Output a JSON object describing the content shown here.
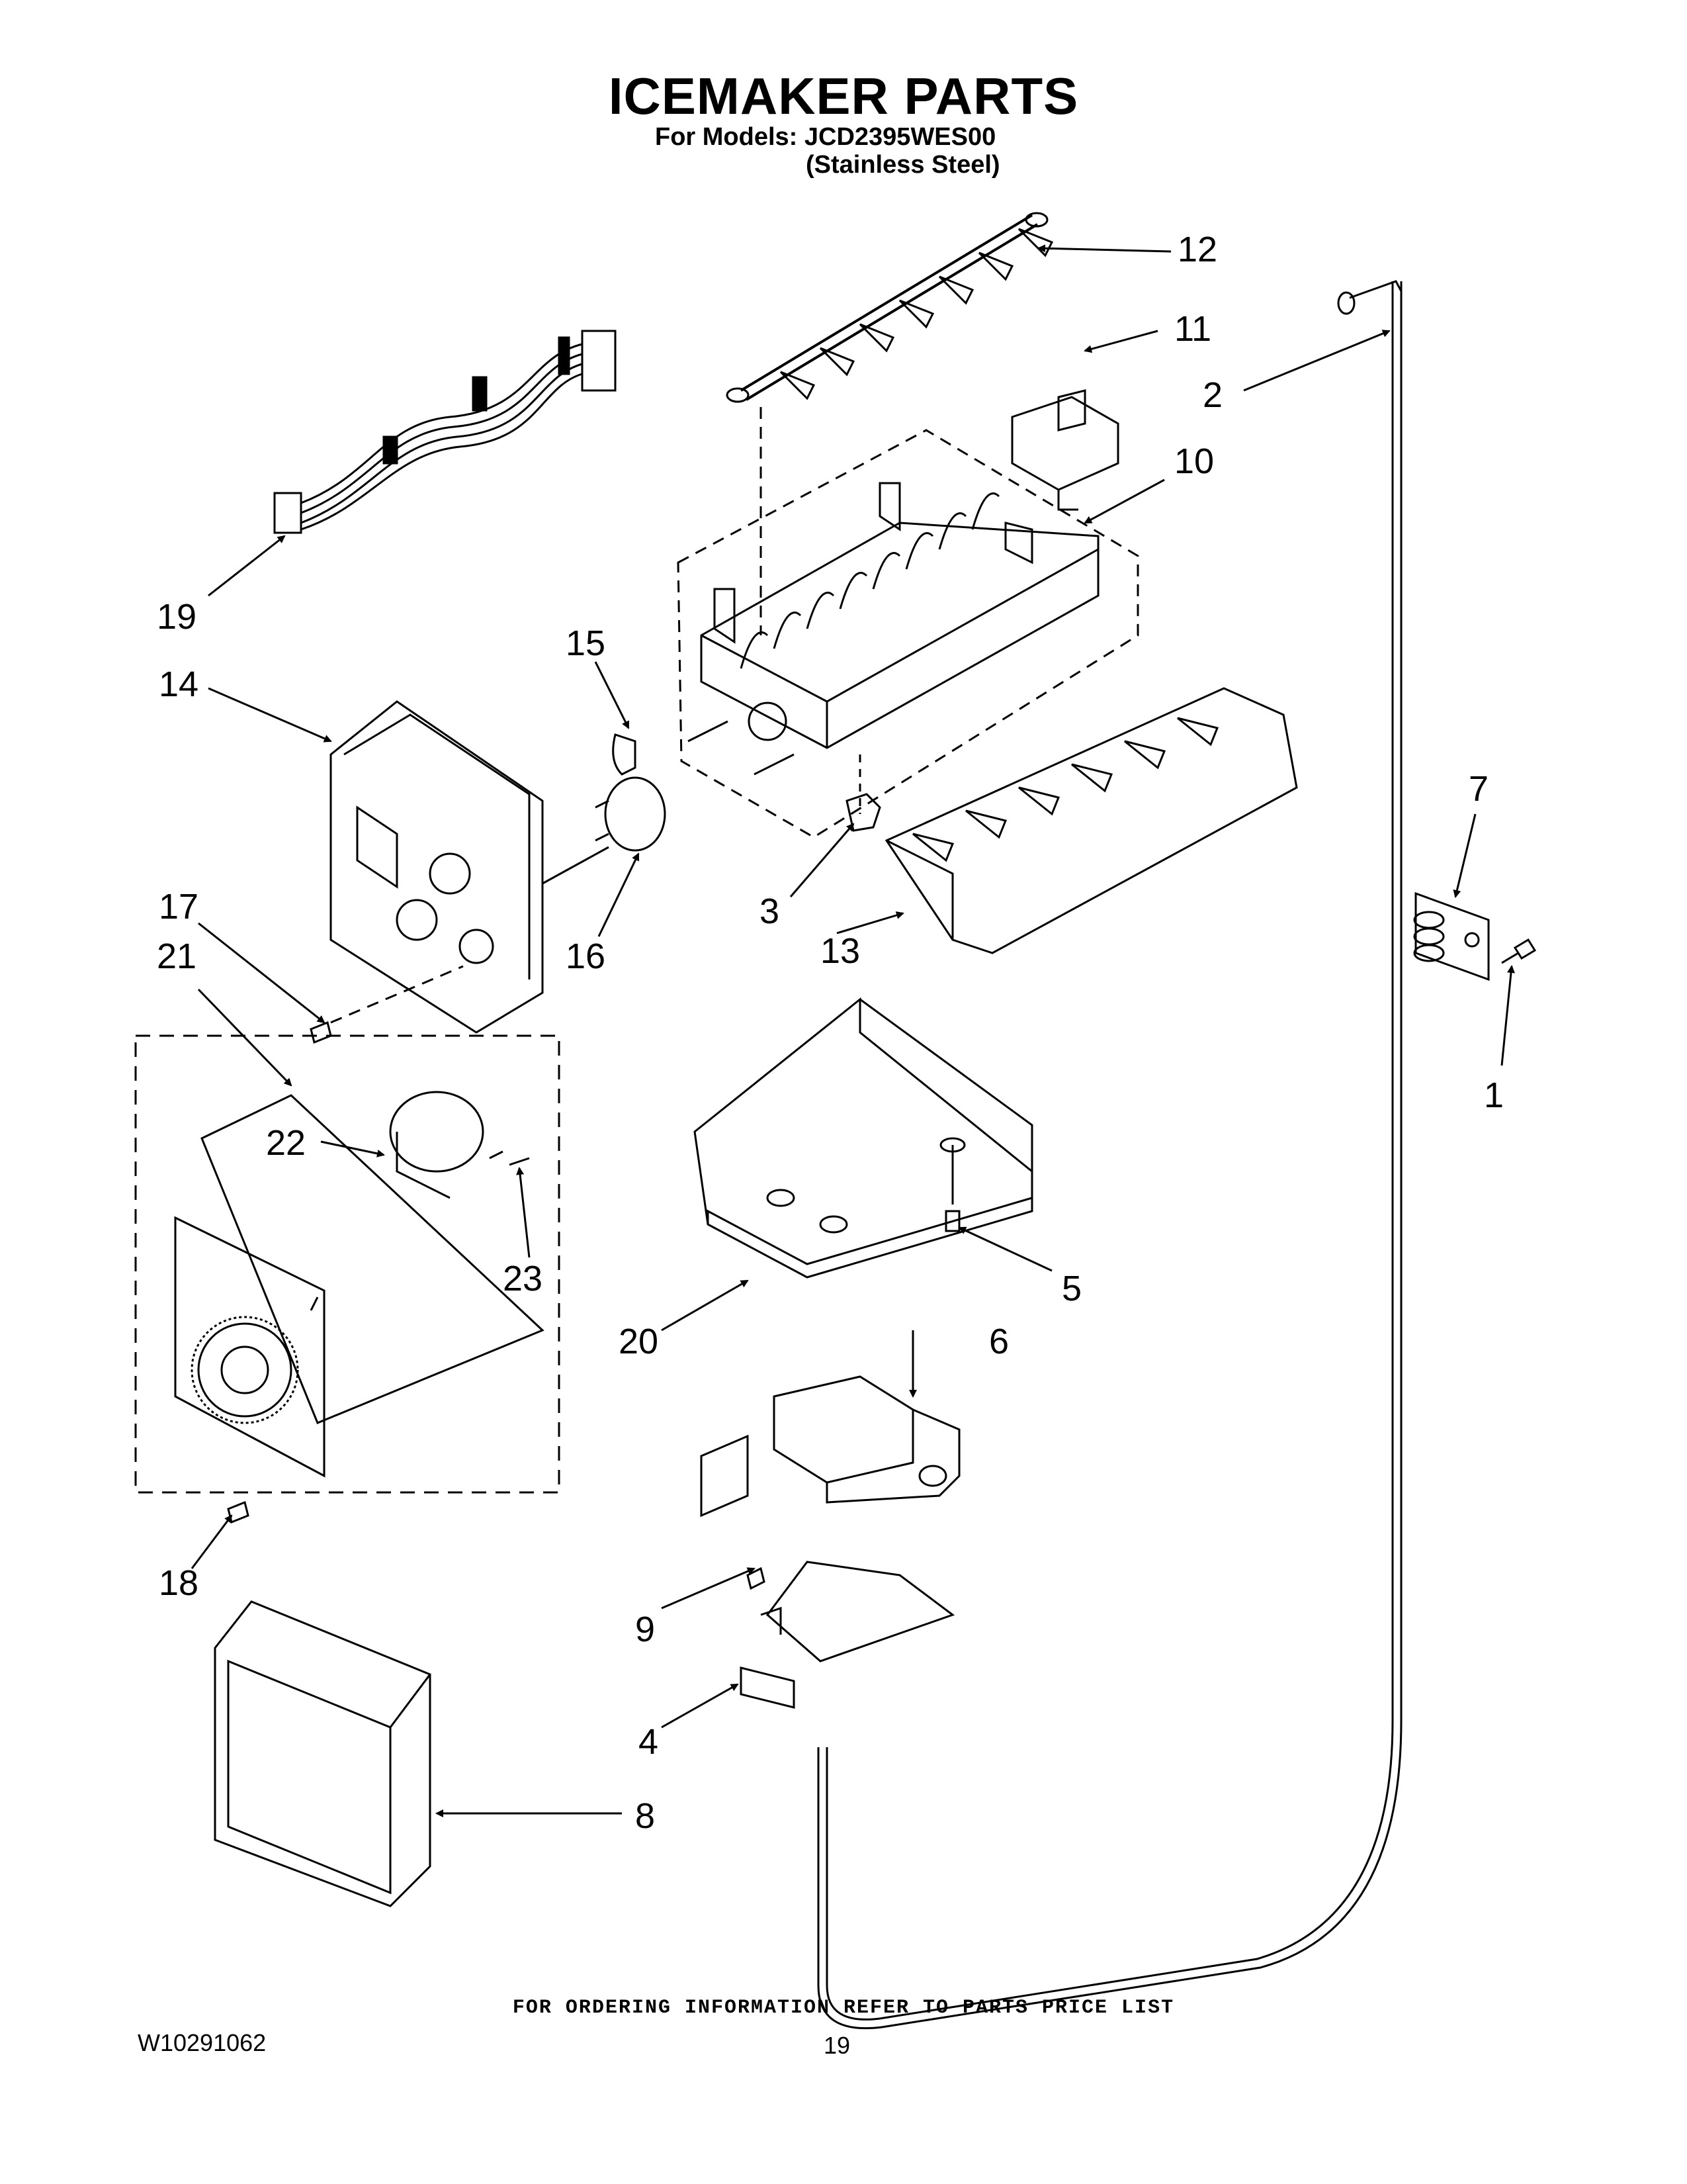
{
  "header": {
    "title": "ICEMAKER PARTS",
    "models_line": "For Models: JCD2395WES00",
    "finish_line": "(Stainless Steel)"
  },
  "callouts": [
    "1",
    "2",
    "3",
    "4",
    "5",
    "6",
    "7",
    "8",
    "9",
    "10",
    "11",
    "12",
    "13",
    "14",
    "15",
    "16",
    "17",
    "18",
    "19",
    "20",
    "21",
    "22",
    "23"
  ],
  "footer": {
    "ordering_note": "FOR ORDERING INFORMATION REFER TO PARTS PRICE LIST",
    "document_number": "W10291062",
    "page_number": "19"
  }
}
